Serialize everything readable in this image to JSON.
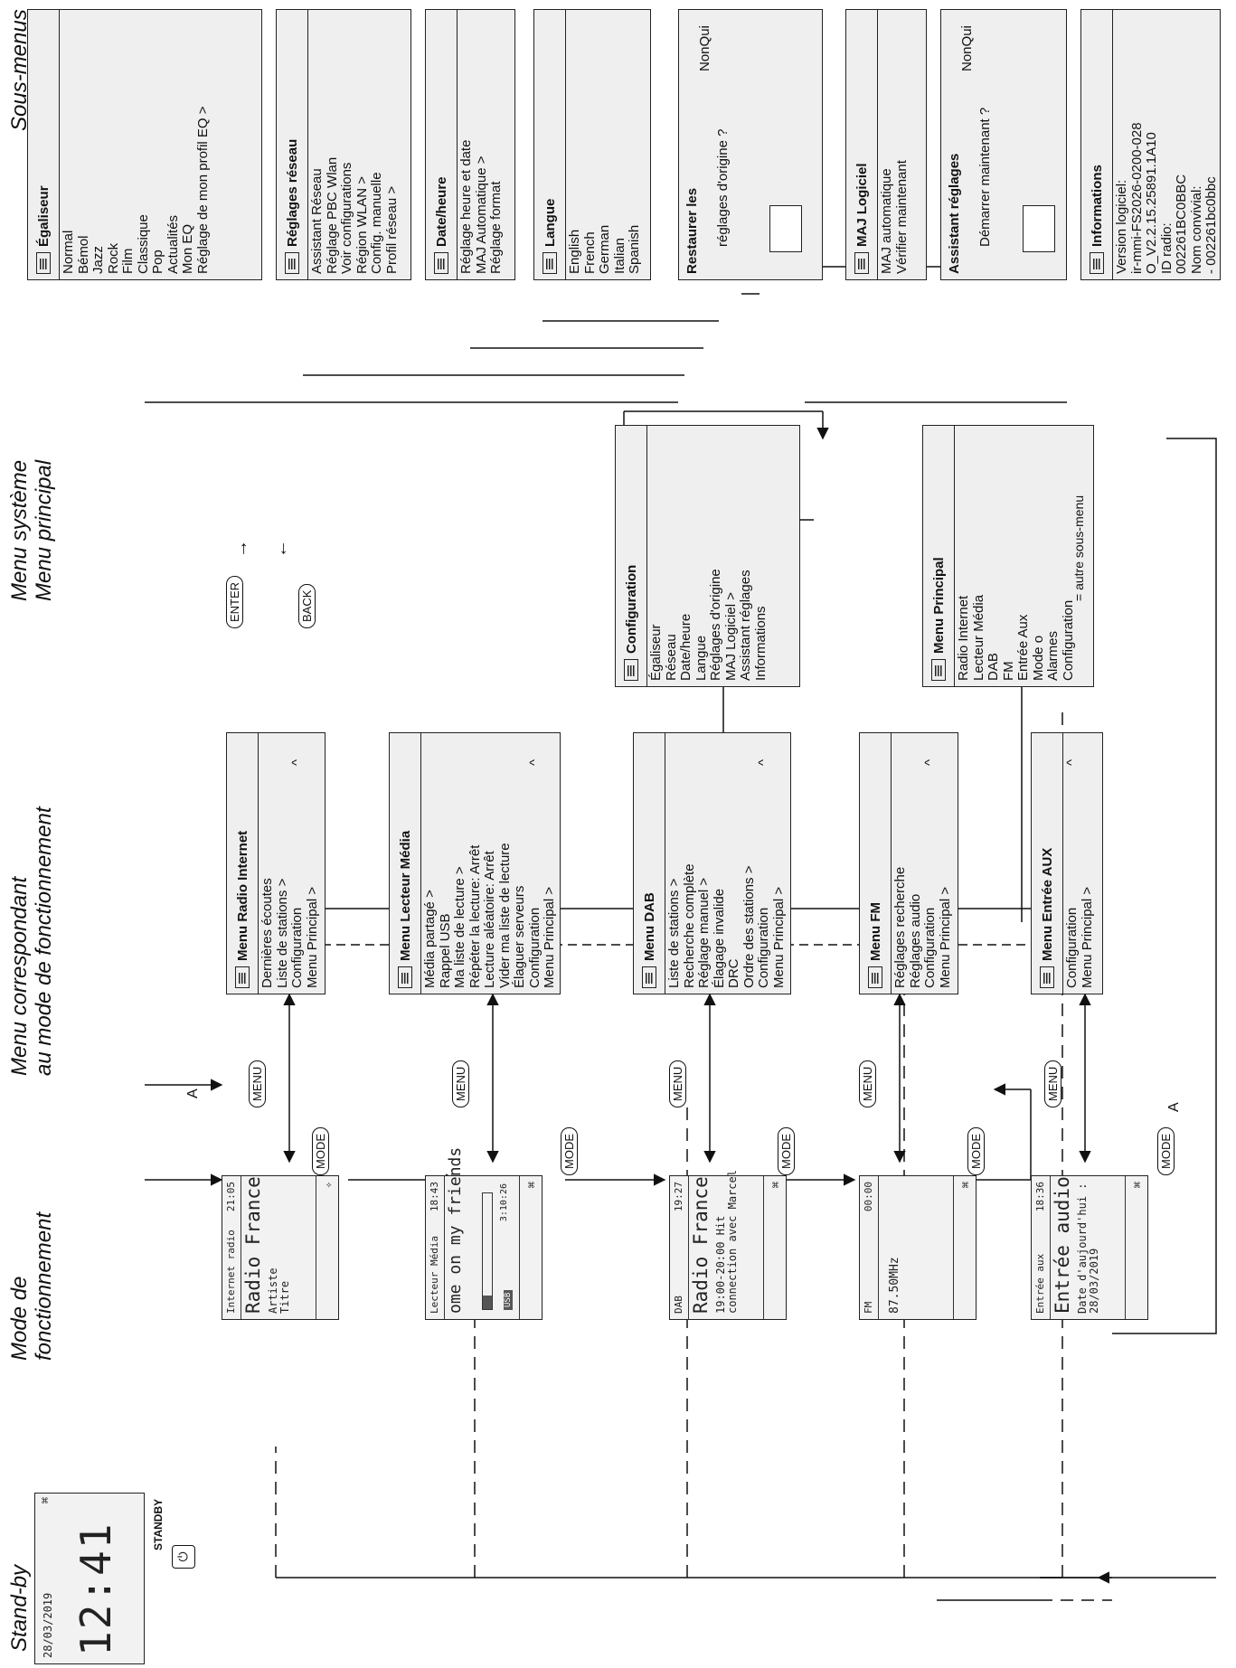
{
  "columns": {
    "standby": "Stand-by",
    "mode": [
      "Mode de",
      "fonctionnement"
    ],
    "mode_menu": [
      "Menu correspondant",
      "au mode de fonctionnement"
    ],
    "system": [
      "Menu système",
      "Menu principal"
    ],
    "submenus": "Sous-menus"
  },
  "standby": {
    "date": "28/03/2019",
    "time": "12:41",
    "button_label": "STANDBY"
  },
  "buttons": {
    "menu": "MENU",
    "mode": "MODE",
    "enter": "ENTER",
    "back": "BACK"
  },
  "markers": {
    "a": "A"
  },
  "legend": "= autre sous-menu",
  "screens": [
    {
      "status_left": "Internet radio",
      "status_right": "21:05",
      "big": "Radio France",
      "lines": [
        "Artiste",
        "Titre"
      ]
    },
    {
      "status_left": "Lecteur Média",
      "status_right": "18:43",
      "big": "ome on my friends",
      "lines": [
        "",
        "3:10:26"
      ],
      "badge": "USB"
    },
    {
      "status_left": "DAB",
      "status_right": "19:27",
      "big": "Radio France",
      "lines": [
        "19:00-20:00 Hit",
        "connection avec Marcel"
      ]
    },
    {
      "status_left": "FM",
      "status_right": "00:00",
      "big": "87.50MHz",
      "lines": []
    },
    {
      "status_left": "Entrée aux",
      "status_right": "18:36",
      "big": "Entrée audio",
      "lines": [
        "Date d'aujourd'hui :",
        "28/03/2019"
      ]
    }
  ],
  "mode_menus": [
    {
      "title": "Menu Radio Internet",
      "items": [
        "Dernières écoutes",
        "Liste de stations  >",
        "Configuration",
        "Menu Principal  >"
      ],
      "caret_row": 2
    },
    {
      "title": "Menu Lecteur Média",
      "items": [
        "Média partagé  >",
        "Rappel USB",
        "Ma liste de lecture  >",
        "Répéter la lecture: Arrêt",
        "Lecture aléatoire: Arrêt",
        "Vider ma liste de lecture",
        "Élaguer serveurs",
        "Configuration",
        "Menu Principal  >"
      ],
      "caret_row": 7
    },
    {
      "title": "Menu DAB",
      "items": [
        "Liste de stations  >",
        "Recherche complète",
        "Réglage manuel  >",
        "Élagage invalide",
        "DRC",
        "Ordre des stations  >",
        "Configuration",
        "Menu Principal  >"
      ],
      "caret_row": 6
    },
    {
      "title": "Menu FM",
      "items": [
        "Réglages recherche",
        "Réglages audio",
        "Configuration",
        "Menu Principal  >"
      ],
      "caret_row": 2
    },
    {
      "title": "Menu Entrée AUX",
      "items": [
        "Configuration",
        "Menu Principal  >"
      ],
      "caret_row": 0
    }
  ],
  "config_menu": {
    "title": "Configuration",
    "items": [
      "Égaliseur",
      "Réseau",
      "Date/heure",
      "Langue",
      "Réglages d'origine",
      "MAJ Logiciel  >",
      "Assistant réglages",
      "Informations"
    ]
  },
  "main_menu": {
    "title": "Menu Principal",
    "items": [
      "Radio Internet",
      "Lecteur Média",
      "DAB",
      "FM",
      "Entrée Aux",
      "Mode o",
      "Alarmes",
      "Configuration"
    ]
  },
  "submenus": [
    {
      "kind": "menu",
      "title": "Égaliseur",
      "items": [
        "Normal",
        "Bémol",
        "Jazz",
        "Rock",
        "Film",
        "Classique",
        "Pop",
        "Actualités",
        "Mon EQ",
        "Réglage de mon profil EQ >"
      ]
    },
    {
      "kind": "menu",
      "title": "Réglages réseau",
      "items": [
        "Assistant Réseau",
        "Réglage PBC Wlan",
        "Voir configurations",
        "Région WLAN  >",
        "Config. manuelle",
        "Profil réseau  >"
      ]
    },
    {
      "kind": "menu",
      "title": "Date/heure",
      "items": [
        "Réglage heure et date",
        "MAJ Automatique  >",
        "Réglage format"
      ]
    },
    {
      "kind": "menu",
      "title": "Langue",
      "items": [
        "English",
        "French",
        "German",
        "Italian",
        "Spanish"
      ]
    },
    {
      "kind": "dialog",
      "title": "Restaurer les",
      "text": "réglages d'origine ?",
      "choices": [
        "Non",
        "Qui"
      ]
    },
    {
      "kind": "menu",
      "title": "MAJ Logiciel",
      "items": [
        "MAJ automatique",
        "Vérifier maintenant"
      ]
    },
    {
      "kind": "dialog",
      "title": "Assistant réglages",
      "text": "Démarrer maintenant ?",
      "choices": [
        "Non",
        "Qui"
      ]
    },
    {
      "kind": "menu",
      "title": "Informations",
      "items": [
        "Version logiciel:",
        "ir-mmi-FS2026-0200-028",
        "O_V2.2.15.25891.1A10",
        "ID radio:",
        "002261BC0BBC",
        "Nom convivial:",
        "- 002261bc0bbc"
      ]
    }
  ]
}
